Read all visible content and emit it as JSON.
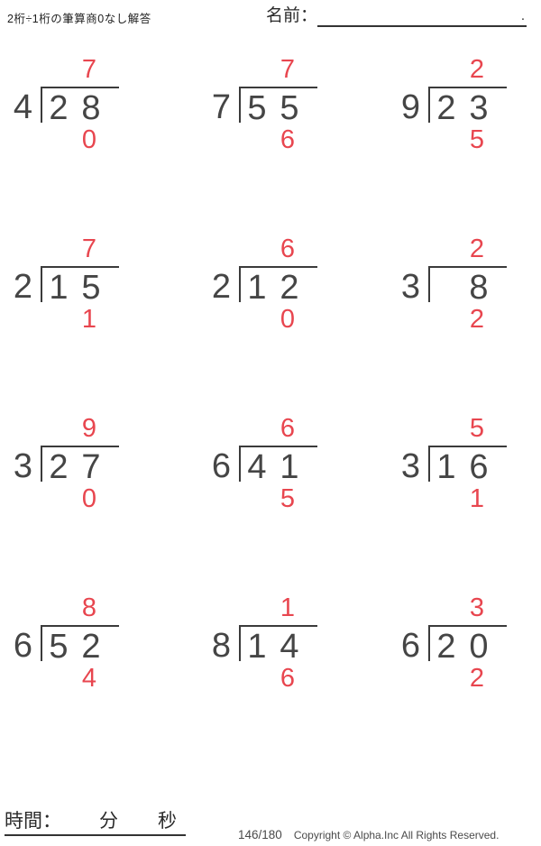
{
  "header": {
    "title": "2桁÷1桁の筆算商0なし解答",
    "name_label": "名前：",
    "name_line_end": "."
  },
  "problems": [
    {
      "divisor": "4",
      "tens": "2",
      "ones": "8",
      "quotient": "7",
      "remainder": "0"
    },
    {
      "divisor": "7",
      "tens": "5",
      "ones": "5",
      "quotient": "7",
      "remainder": "6"
    },
    {
      "divisor": "9",
      "tens": "2",
      "ones": "3",
      "quotient": "2",
      "remainder": "5"
    },
    {
      "divisor": "2",
      "tens": "1",
      "ones": "5",
      "quotient": "7",
      "remainder": "1"
    },
    {
      "divisor": "2",
      "tens": "1",
      "ones": "2",
      "quotient": "6",
      "remainder": "0"
    },
    {
      "divisor": "3",
      "tens": "",
      "ones": "8",
      "quotient": "2",
      "remainder": "2"
    },
    {
      "divisor": "3",
      "tens": "2",
      "ones": "7",
      "quotient": "9",
      "remainder": "0"
    },
    {
      "divisor": "6",
      "tens": "4",
      "ones": "1",
      "quotient": "6",
      "remainder": "5"
    },
    {
      "divisor": "3",
      "tens": "1",
      "ones": "6",
      "quotient": "5",
      "remainder": "1"
    },
    {
      "divisor": "6",
      "tens": "5",
      "ones": "2",
      "quotient": "8",
      "remainder": "4"
    },
    {
      "divisor": "8",
      "tens": "1",
      "ones": "4",
      "quotient": "1",
      "remainder": "6"
    },
    {
      "divisor": "6",
      "tens": "2",
      "ones": "0",
      "quotient": "3",
      "remainder": "2"
    }
  ],
  "footer": {
    "time_label": "時間：",
    "minutes_label": "分",
    "seconds_label": "秒",
    "page_indicator": "146/180",
    "copyright": "Copyright © Alpha.Inc All Rights Reserved."
  },
  "colors": {
    "answer_red": "#e8464f",
    "ink": "#454545",
    "bracket_line": "#3b3b3b"
  }
}
